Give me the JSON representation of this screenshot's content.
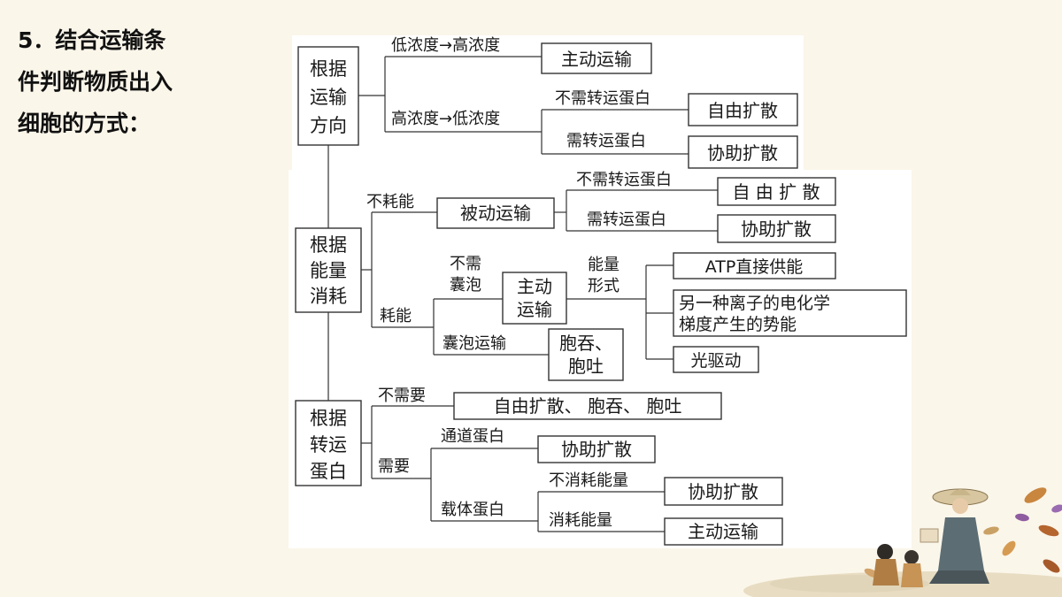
{
  "title": {
    "line1": "5．结合运输条",
    "line2": "件判断物质出入",
    "line3": "细胞的方式："
  },
  "diagram": {
    "direction": {
      "root": [
        "根据",
        "运输",
        "方向"
      ],
      "low_to_high": "低浓度→高浓度",
      "active": "主动运输",
      "high_to_low": "高浓度→低浓度",
      "no_protein": "不需转运蛋白",
      "free_diffusion": "自由扩散",
      "need_protein": "需转运蛋白",
      "facilitated": "协助扩散"
    },
    "energy": {
      "root": [
        "根据",
        "能量",
        "消耗"
      ],
      "no_energy": "不耗能",
      "passive": "被动运输",
      "no_protein": "不需转运蛋白",
      "free_diffusion": "自 由 扩 散",
      "need_protein": "需转运蛋白",
      "facilitated": "协助扩散",
      "uses_energy": "耗能",
      "no_vesicle": [
        "不需",
        "囊泡"
      ],
      "active": [
        "主动",
        "运输"
      ],
      "energy_form": [
        "能量",
        "形式"
      ],
      "atp": "ATP直接供能",
      "ion_gradient": [
        "另一种离子的电化学",
        "梯度产生的势能"
      ],
      "light": "光驱动",
      "vesicle": "囊泡运输",
      "endo_exo": [
        "胞吞、",
        "胞吐"
      ]
    },
    "protein": {
      "root": [
        "根据",
        "转运",
        "蛋白"
      ],
      "not_needed": "不需要",
      "no_protein_result": "自由扩散、 胞吞、 胞吐",
      "needed": "需要",
      "channel": "通道蛋白",
      "channel_result": "协助扩散",
      "carrier": "载体蛋白",
      "no_energy": "不消耗能量",
      "carrier_no_energy_result": "协助扩散",
      "energy": "消耗能量",
      "carrier_energy_result": "主动运输"
    }
  }
}
